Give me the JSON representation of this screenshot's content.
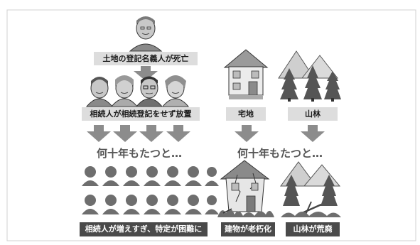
{
  "left": {
    "owner_label": "土地の登記名義人が死亡",
    "heirs_label": "相続人が相続登記をせず放置",
    "time_label": "何十年もたつと…",
    "result_label": "相続人が増えすぎ、特定が困難に"
  },
  "right": {
    "house_label": "宅地",
    "forest_label": "山林",
    "time_label": "何十年もたつと…",
    "house_result_label": "建物が老朽化",
    "forest_result_label": "山林が荒廃"
  },
  "colors": {
    "frame": "#d0d0d0",
    "box": "#dddddd",
    "dark_box": "#4a4a4a",
    "arrow": "#8c8c8c",
    "silhouette": "#6e6e6e",
    "text": "#1a1a1a"
  }
}
